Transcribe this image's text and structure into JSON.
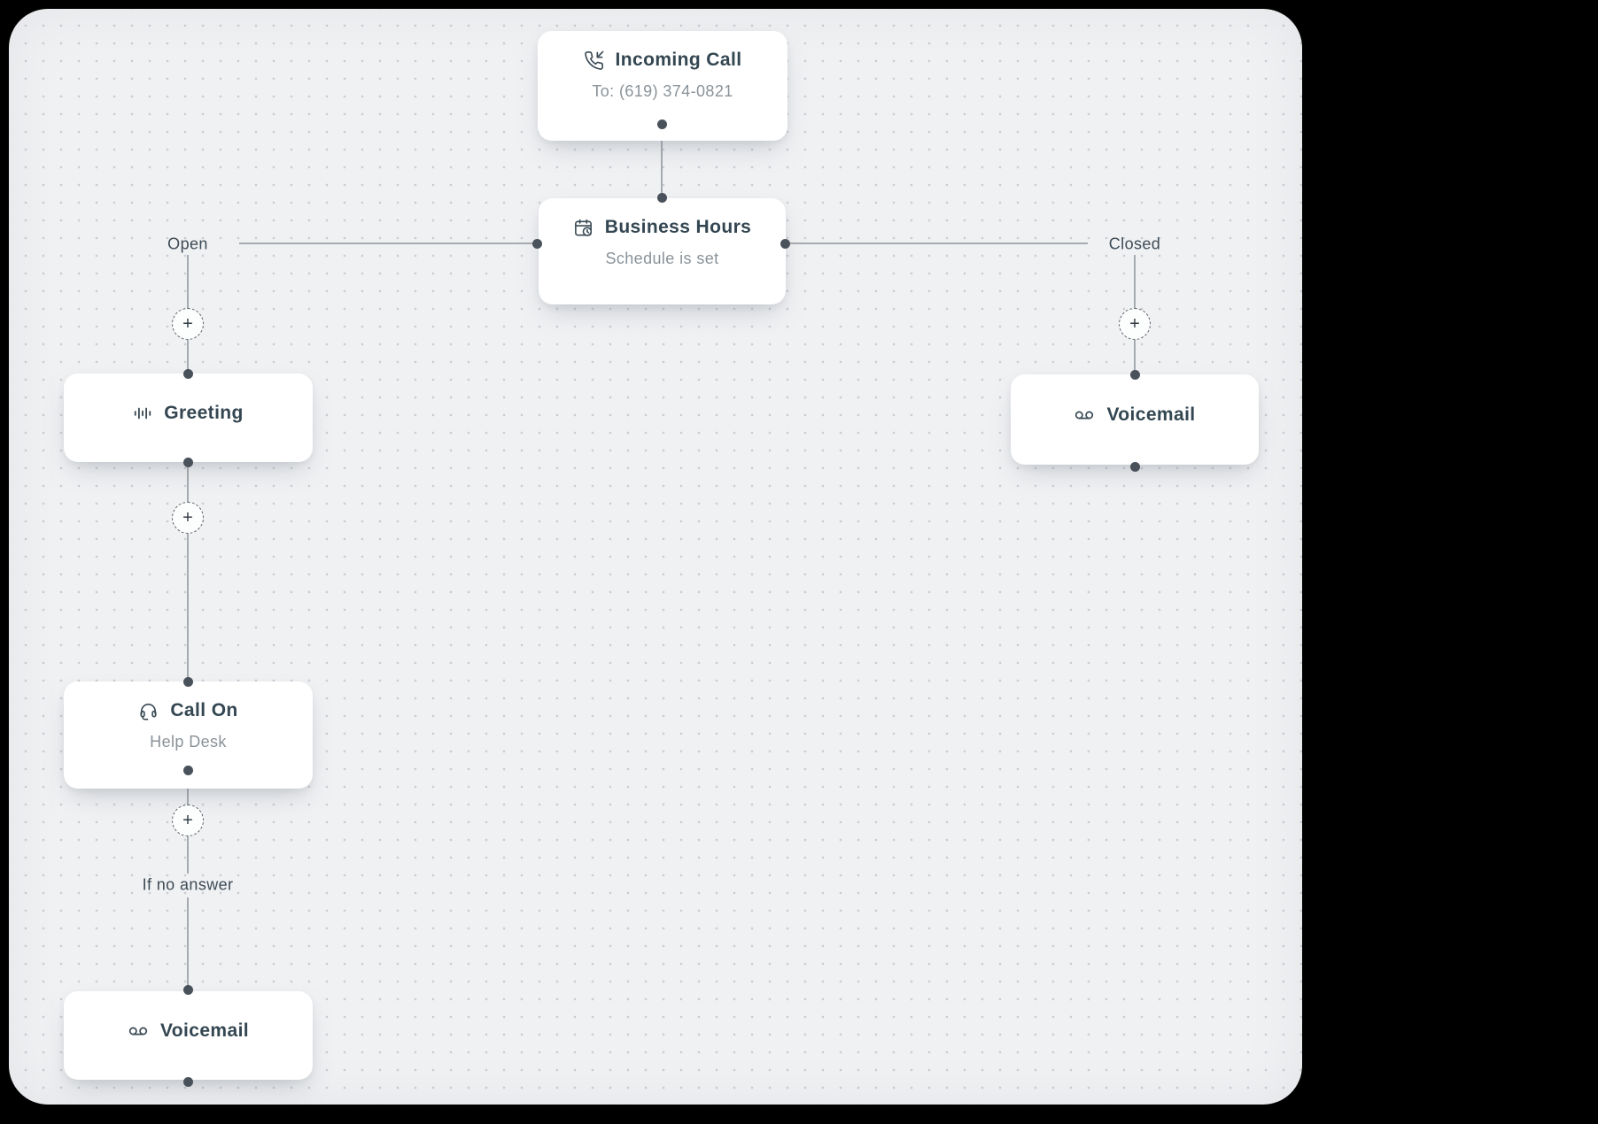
{
  "canvas": {
    "background_color": "#f0f1f3",
    "surround_color": "#000000",
    "grid_dot_color": "#caced3"
  },
  "nodes": [
    {
      "title": "Incoming Call",
      "subtitle": "To: (619) 374-0821",
      "icon": "phone-incoming-icon"
    },
    {
      "title": "Business Hours",
      "subtitle": "Schedule is set",
      "icon": "calendar-clock-icon"
    },
    {
      "title": "Greeting",
      "icon": "audio-waveform-icon"
    },
    {
      "title": "Voicemail",
      "icon": "voicemail-icon"
    },
    {
      "title": "Call On",
      "subtitle": "Help Desk",
      "icon": "headset-icon"
    },
    {
      "title": "Voicemail",
      "icon": "voicemail-icon"
    }
  ],
  "branch_labels": {
    "open": "Open",
    "closed": "Closed",
    "no_answer": "If no answer"
  },
  "add_button_glyph": "+",
  "colors": {
    "node_title": "#334651",
    "node_subtitle": "#8a9298",
    "connector_line": "#a6abb1",
    "connection_dot": "#49525a"
  }
}
